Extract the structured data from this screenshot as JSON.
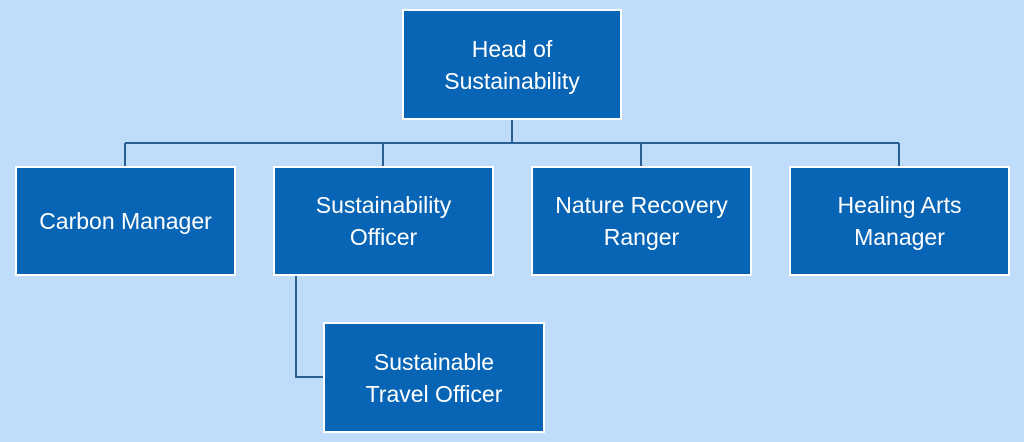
{
  "org_chart": {
    "head": {
      "line1": "Head of",
      "line2": "Sustainability"
    },
    "carbon_manager": {
      "line1": "Carbon Manager"
    },
    "sustainability_officer": {
      "line1": "Sustainability",
      "line2": "Officer"
    },
    "nature_recovery_ranger": {
      "line1": "Nature Recovery",
      "line2": "Ranger"
    },
    "healing_arts_manager": {
      "line1": "Healing Arts",
      "line2": "Manager"
    },
    "sustainable_travel_officer": {
      "line1": "Sustainable",
      "line2": "Travel Officer"
    }
  },
  "colors": {
    "background": "#bfdcfa",
    "box_fill": "#0865b5",
    "box_border": "#ffffff",
    "connector": "#2b5f94",
    "text": "#ffffff"
  }
}
